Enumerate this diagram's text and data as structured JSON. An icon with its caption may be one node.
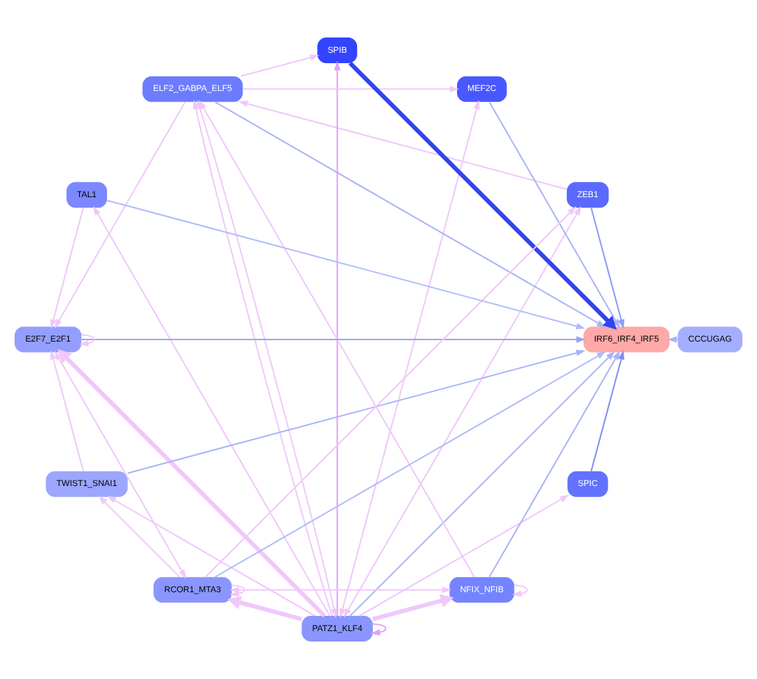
{
  "diagram": {
    "nodes": [
      {
        "text": [
          "ZEB1"
        ]
      },
      {
        "text": [
          "PATZ1_KLF4"
        ]
      },
      {
        "text": [
          "ELF2_GABPA_ELF5"
        ]
      },
      {
        "text": [
          "MEF2C"
        ]
      },
      {
        "text": [
          "TWIST1_SNAI1"
        ]
      },
      {
        "text": [
          "SPIB"
        ]
      },
      {
        "text": [
          "IRF6_IRF4_IRF5"
        ]
      },
      {
        "text": [
          "SPIC"
        ]
      },
      {
        "text": [
          "CCCUGAG"
        ]
      },
      {
        "text": [
          "NFIX_NFIB"
        ]
      },
      {
        "text": [
          "E2F7_E2F1"
        ]
      },
      {
        "text": [
          "RCOR1_MTA3"
        ]
      },
      {
        "text": [
          "TAL1"
        ]
      }
    ],
    "edges": [
      {
        "from": 0,
        "to": 6,
        "arrow": "to",
        "color": "#8c9cf8"
      },
      {
        "from": 1,
        "to": 6,
        "arrow": "to",
        "color": "#a8b4f8"
      },
      {
        "from": 2,
        "to": 6,
        "arrow": "to",
        "color": "#a8b4f8"
      },
      {
        "from": 3,
        "to": 6,
        "arrow": "to",
        "color": "#a8b4f8"
      },
      {
        "from": 4,
        "to": 6,
        "arrow": "to",
        "color": "#a8b4f8"
      },
      {
        "from": 5,
        "to": 6,
        "arrow": "to",
        "color": "#3344ee",
        "style": "thick"
      },
      {
        "from": 7,
        "to": 6,
        "arrow": "to",
        "color": "#8090f0"
      },
      {
        "from": 8,
        "to": 6,
        "arrow": "to",
        "color": "#a8b4f8"
      },
      {
        "from": 9,
        "to": 6,
        "arrow": "to",
        "color": "#a8b4f8"
      },
      {
        "from": 10,
        "to": 6,
        "arrow": "to",
        "color": "#98a4f4"
      },
      {
        "from": 11,
        "to": 6,
        "arrow": "to",
        "color": "#b0bcf8"
      },
      {
        "from": 12,
        "to": 6,
        "arrow": "to",
        "color": "#b0bcf8"
      },
      {
        "from": 0,
        "to": 1,
        "arrow": "both"
      },
      {
        "from": 1,
        "to": 1,
        "arrow": "to",
        "color": "#e0a0f8"
      },
      {
        "from": 0,
        "to": 2,
        "arrow": "to"
      },
      {
        "from": 2,
        "to": 1,
        "arrow": "both"
      },
      {
        "from": 1,
        "to": 3,
        "arrow": "both"
      },
      {
        "from": 2,
        "to": 3,
        "arrow": "to"
      },
      {
        "from": 1,
        "to": 5,
        "arrow": "to",
        "color": "#e0a0f8"
      },
      {
        "from": 2,
        "to": 5,
        "arrow": "to"
      },
      {
        "from": 1,
        "to": 2,
        "arrow": "to"
      },
      {
        "from": 1,
        "to": 4,
        "arrow": "to"
      },
      {
        "from": 1,
        "to": 7,
        "arrow": "to"
      },
      {
        "from": 1,
        "to": 9,
        "arrow": "to",
        "style": "thick"
      },
      {
        "from": 1,
        "to": 11,
        "arrow": "to",
        "style": "thick"
      },
      {
        "from": 1,
        "to": 10,
        "arrow": "to",
        "style": "thick"
      },
      {
        "from": 1,
        "to": 12,
        "arrow": "to"
      },
      {
        "from": 9,
        "to": 2,
        "arrow": "to"
      },
      {
        "from": 11,
        "to": 0,
        "arrow": "to"
      },
      {
        "from": 11,
        "to": 4,
        "arrow": "to"
      },
      {
        "from": 4,
        "to": 10,
        "arrow": "to"
      },
      {
        "from": 2,
        "to": 10,
        "arrow": "to"
      },
      {
        "from": 9,
        "to": 9,
        "arrow": "to"
      },
      {
        "from": 10,
        "to": 10,
        "arrow": "to"
      },
      {
        "from": 11,
        "to": 11,
        "arrow": "to"
      },
      {
        "from": 9,
        "to": 11,
        "arrow": "both"
      },
      {
        "from": 10,
        "to": 11,
        "arrow": "both"
      },
      {
        "from": 12,
        "to": 10,
        "arrow": "to"
      }
    ]
  }
}
